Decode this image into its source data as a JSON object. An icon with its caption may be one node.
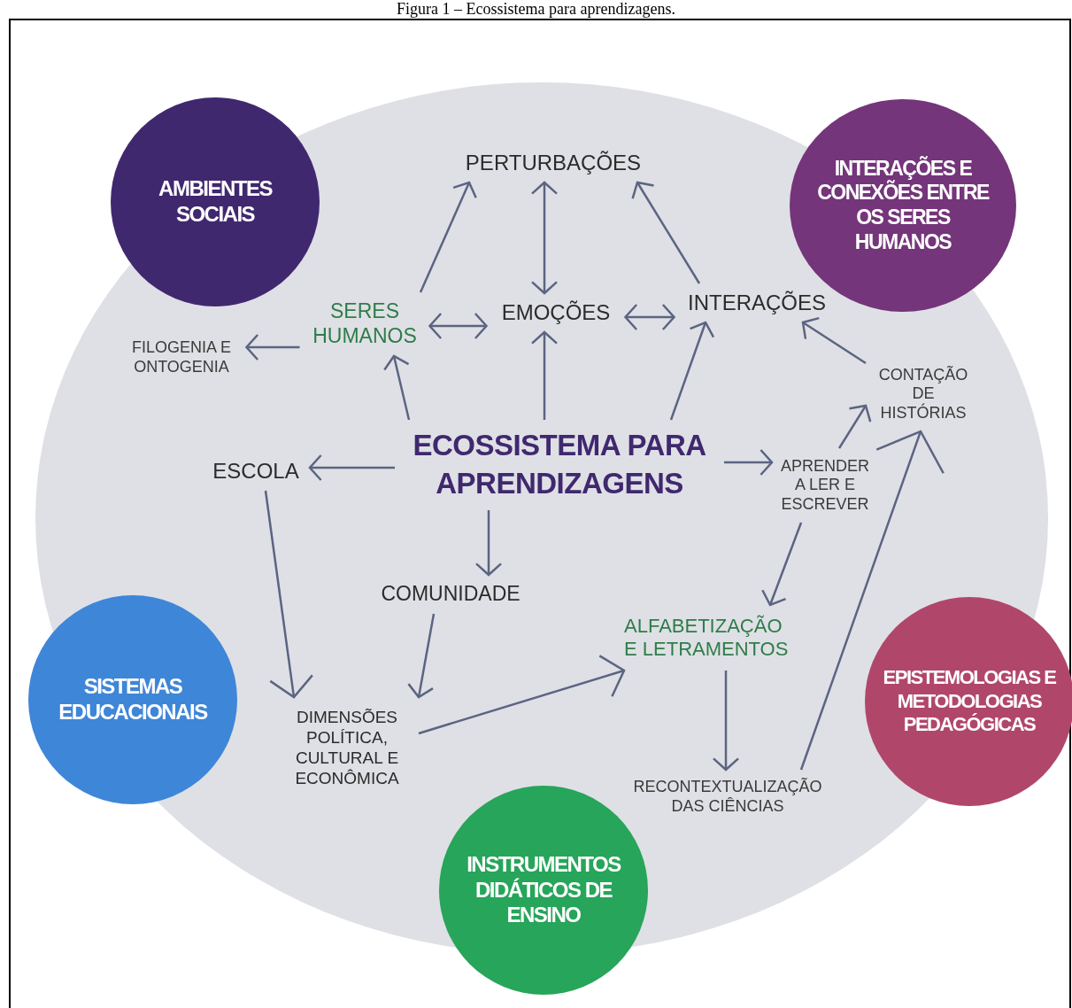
{
  "diagram": {
    "title": "Figura 1 – Ecossistema para aprendizagens.",
    "nodes": [
      {
        "text": [
          "AMBIENTES SOCIAIS"
        ]
      },
      {
        "text": [
          "INTERAÇÕES E CONEXÕES ENTRE OS SERES HUMANOS"
        ]
      },
      {
        "text": [
          "SISTEMAS EDUCACIONAIS"
        ]
      },
      {
        "text": [
          "EPISTEMOLOGIAS E METODOLOGIAS PEDAGÓGICAS"
        ]
      },
      {
        "text": [
          "INSTRUMENTOS DIDÁTICOS DE ENSINO"
        ]
      },
      {
        "text": [
          "PERTURBAÇÕES"
        ]
      },
      {
        "text": [
          "SERES HUMANOS"
        ]
      },
      {
        "text": [
          "EMOÇÕES"
        ]
      },
      {
        "text": [
          "INTERAÇÕES"
        ]
      },
      {
        "text": [
          "FILOGENIA E ONTOGENIA"
        ]
      },
      {
        "text": [
          "CONTAÇÃO DE HISTÓRIAS"
        ]
      },
      {
        "text": [
          "ECOSSISTEMA PARA APRENDIZAGENS"
        ]
      },
      {
        "text": [
          "ESCOLA"
        ]
      },
      {
        "text": [
          "APRENDER A LER E ESCREVER"
        ]
      },
      {
        "text": [
          "COMUNIDADE"
        ]
      },
      {
        "text": [
          "ALFABETIZAÇÃO E LETRAMENTOS"
        ]
      },
      {
        "text": [
          "DIMENSÕES POLÍTICA, CULTURAL E ECONÔMICA"
        ]
      },
      {
        "text": [
          "RECONTEXTUALIZAÇÃO DAS CIÊNCIAS"
        ]
      }
    ],
    "edges": [
      {
        "from": 6,
        "to": 5,
        "arrow": "to"
      },
      {
        "from": 5,
        "to": 7,
        "arrow": "both"
      },
      {
        "from": 8,
        "to": 5,
        "arrow": "to"
      },
      {
        "from": 6,
        "to": 7,
        "arrow": "both"
      },
      {
        "from": 7,
        "to": 8,
        "arrow": "both"
      },
      {
        "from": 6,
        "to": 9,
        "arrow": "to"
      },
      {
        "from": 11,
        "to": 6,
        "arrow": "to"
      },
      {
        "from": 11,
        "to": 7,
        "arrow": "to"
      },
      {
        "from": 11,
        "to": 8,
        "arrow": "to"
      },
      {
        "from": 10,
        "to": 8,
        "arrow": "to"
      },
      {
        "from": 13,
        "to": 10,
        "arrow": "to"
      },
      {
        "from": 11,
        "to": 12,
        "arrow": "to"
      },
      {
        "from": 11,
        "to": 13,
        "arrow": "to"
      },
      {
        "from": 12,
        "to": 16,
        "arrow": "to"
      },
      {
        "from": 11,
        "to": 14,
        "arrow": "to"
      },
      {
        "from": 14,
        "to": 16,
        "arrow": "to"
      },
      {
        "from": 16,
        "to": 15,
        "arrow": "to"
      },
      {
        "from": 13,
        "to": 15,
        "arrow": "to"
      },
      {
        "from": 15,
        "to": 17,
        "arrow": "to"
      },
      {
        "from": 17,
        "to": 10,
        "arrow": "to"
      }
    ]
  }
}
